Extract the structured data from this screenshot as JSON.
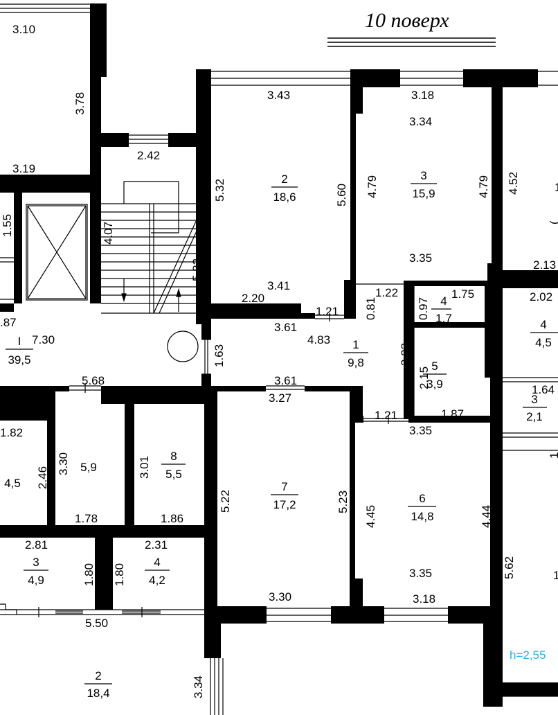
{
  "title": "10 поверх",
  "height_label": "h=2,55",
  "colors": {
    "wall": "#000000",
    "line": "#000000",
    "height_label": "#22b5e6",
    "background": "#ffffff"
  },
  "rooms": [
    {
      "id": "r2-top",
      "number": "2",
      "area": "18,6"
    },
    {
      "id": "r3-top",
      "number": "3",
      "area": "15,9"
    },
    {
      "id": "r4-small",
      "number": "4",
      "area": "1,7"
    },
    {
      "id": "r1-hall",
      "number": "1",
      "area": "9,8"
    },
    {
      "id": "r5",
      "number": "5",
      "area": "3,9"
    },
    {
      "id": "r7",
      "number": "7",
      "area": "17,2"
    },
    {
      "id": "r6",
      "number": "6",
      "area": "14,8"
    },
    {
      "id": "r8",
      "number": "8",
      "area": "5,5"
    },
    {
      "id": "r-5-9",
      "number": "",
      "area": "5,9"
    },
    {
      "id": "r-left-4-5",
      "number": "",
      "area": "4,5"
    },
    {
      "id": "r3-bottom",
      "number": "3",
      "area": "4,9"
    },
    {
      "id": "r4-bottom",
      "number": "4",
      "area": "4,2"
    },
    {
      "id": "r2-bottom",
      "number": "2",
      "area": "18,4"
    },
    {
      "id": "r-corridor",
      "number": "I",
      "area": "39,5"
    },
    {
      "id": "r4-right",
      "number": "4",
      "area": "4,5"
    },
    {
      "id": "r3-right",
      "number": "3",
      "area": "2,1"
    }
  ],
  "dimensions": [
    "3.10",
    "3.78",
    "3.43",
    "3.18",
    "3.34",
    "2.42",
    "3.19",
    "5.32",
    "5.60",
    "4.79",
    "4.79",
    "4.52",
    "1.55",
    "4.07",
    "5.82",
    "3.35",
    "2.13",
    "3.41",
    "2.20",
    "1.21",
    "0.81",
    "1.22",
    "0.97",
    "1.75",
    "2.02",
    ".87",
    "7.30",
    "3.61",
    "4.83",
    "3.23",
    "1.63",
    "2.15",
    "5.68",
    "3.61",
    "3.27",
    "1.64",
    "1.21",
    "1.87",
    "3.35",
    "1.82",
    "3.30",
    "3.01",
    "5.22",
    "5.23",
    "2.46",
    "4.45",
    "4.44",
    "1.78",
    "1.86",
    "2.81",
    "2.31",
    "1.80",
    "1.80",
    "3.35",
    "5.62",
    "3.30",
    "3.18",
    "5.50",
    "3.34"
  ],
  "partial_marks": [
    "1",
    "1",
    "(",
    "1"
  ]
}
